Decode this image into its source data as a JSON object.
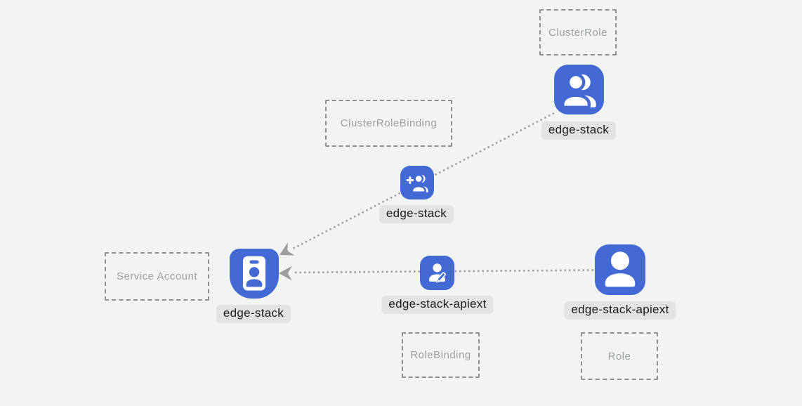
{
  "colors": {
    "bg": "#f2f4f4",
    "accent": "#4269d4",
    "chip-bg": "#e3e3e3",
    "chip-text": "#1c1c1c",
    "box-border": "#8d9090",
    "box-text": "#9aa0a0",
    "line": "#9e9e9e"
  },
  "diagram": {
    "type_boxes": {
      "cluster_role": "ClusterRole",
      "cluster_role_binding": "ClusterRoleBinding",
      "service_account": "Service Account",
      "role_binding": "RoleBinding",
      "role": "Role"
    },
    "nodes": {
      "cluster_role": {
        "label": "edge-stack",
        "icon": "people-icon"
      },
      "cluster_role_binding": {
        "label": "edge-stack",
        "icon": "person-add-icon"
      },
      "service_account": {
        "label": "edge-stack",
        "icon": "id-badge-icon"
      },
      "role_binding": {
        "label": "edge-stack-apiext",
        "icon": "person-edit-icon"
      },
      "role": {
        "label": "edge-stack-apiext",
        "icon": "person-icon"
      }
    },
    "edges": [
      {
        "from": "cluster_role",
        "through": "cluster_role_binding",
        "to": "service_account",
        "style": "dotted-arrow"
      },
      {
        "from": "role",
        "through": "role_binding",
        "to": "service_account",
        "style": "dotted-arrow"
      }
    ]
  }
}
